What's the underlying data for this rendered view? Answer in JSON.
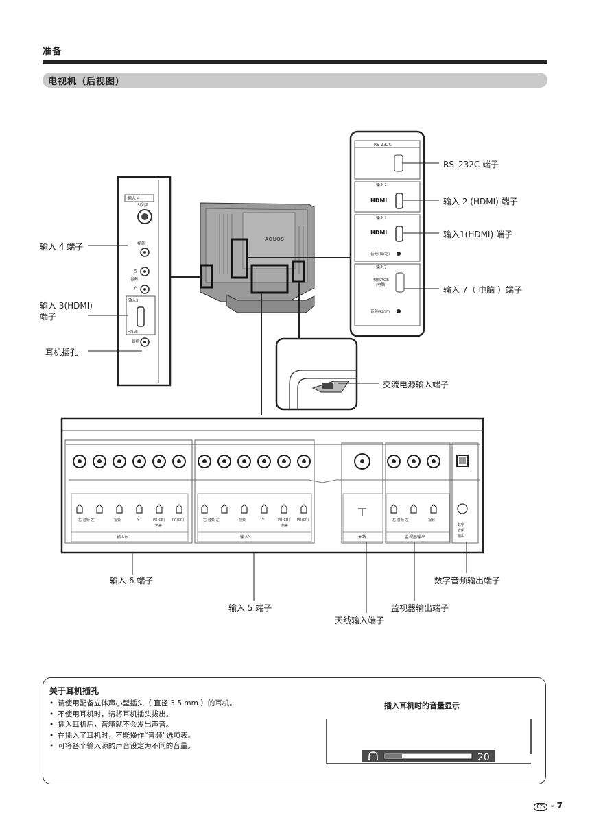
{
  "header": {
    "section": "准备",
    "subtitle": "电视机（后视图）"
  },
  "callouts": {
    "rs232c": "RS–232C 端子",
    "input2": "输入 2 (HDMI) 端子",
    "input1": "输入1(HDMI) 端子",
    "input7": "输入 7（ 电脑 ）端子",
    "input4": "输入 4 端子",
    "input3": "输入 3(HDMI)\n端子",
    "headphone": "耳机插孔",
    "ac": "交流电源输入端子",
    "input6": "输入 6 端子",
    "input5": "输入 5 端子",
    "antenna": "天线输入端子",
    "monitor_out": "监视器输出端子",
    "digital_out": "数字音频输出端子"
  },
  "panel_text": {
    "rs232c": "RS-232C",
    "in2": "输入2",
    "in1": "输入1",
    "in7": "输入7",
    "hdmi": "HDMI",
    "audio_rl": "音频(右/左)",
    "analog_rgb": "模拟RGB",
    "pc": "(电脑)",
    "in4": "输入 4",
    "s_video": "S视频",
    "video": "视频",
    "left": "左",
    "audio": "音频",
    "right": "右",
    "in3": "输入3",
    "hdmi_side": "HDMI",
    "earphone": "耳机",
    "aquos": "AQUOS",
    "in6_label": "输入6",
    "in5_label": "输入5",
    "antenna_label": "天线",
    "monitor_label": "监视器输出",
    "r_audio_l": "右-音频-左",
    "y": "Y",
    "pb": "PB(CB)",
    "pr": "PR(CR)",
    "color_diff": "色差",
    "digital": "数字",
    "audio2": "音频",
    "output": "输出"
  },
  "note": {
    "title": "关于耳机插孔",
    "bullets": [
      "请使用配备立体声小型插头（ 直径 3.5 mm ）的耳机。",
      "不使用耳机时，请将耳机插头拔出。",
      "插入耳机后，音箱就不会发出声音。",
      "在插入了耳机时，不能操作“音频”选项表。",
      "可将各个输入源的声音设定为不同的音量。"
    ],
    "volume_title": "插入耳机时的音量显示",
    "volume_value": "20",
    "volume_level": 0.2
  },
  "footer": {
    "cs_mark": "CS",
    "page": "- 7"
  }
}
